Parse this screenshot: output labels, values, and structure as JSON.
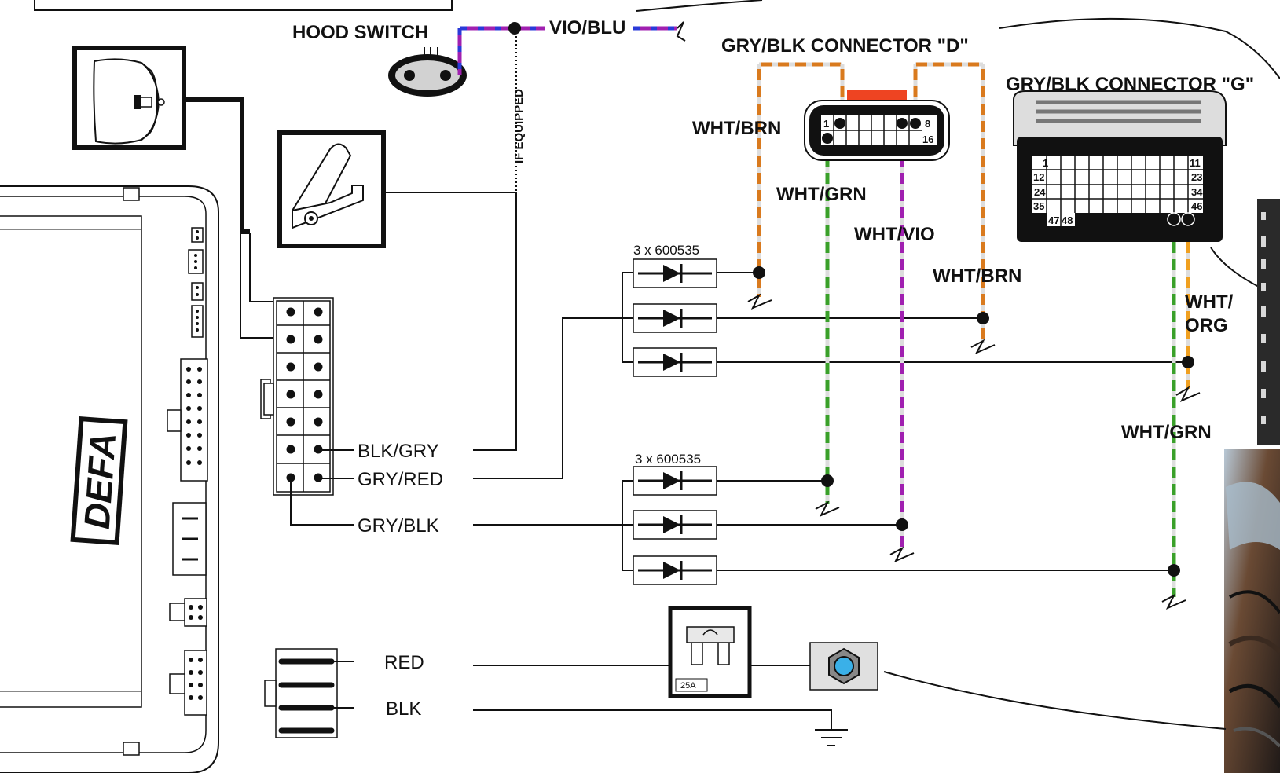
{
  "labels": {
    "hood_switch": "HOOD SWITCH",
    "vio_blu": "VIO/BLU",
    "if_equipped": "IF EQUIPPED",
    "connector_d": "GRY/BLK CONNECTOR \"D\"",
    "connector_g": "GRY/BLK CONNECTOR \"G\"",
    "wht_brn_left": "WHT/BRN",
    "wht_grn_top": "WHT/GRN",
    "wht_vio": "WHT/VIO",
    "wht_brn_right": "WHT/BRN",
    "wht_org_1": "WHT/",
    "wht_org_2": "ORG",
    "wht_grn_right": "WHT/GRN",
    "diode_group_top": "3 x 600535",
    "diode_group_bottom": "3 x 600535",
    "blk_gry": "BLK/GRY",
    "gry_red": "GRY/RED",
    "gry_blk": "GRY/BLK",
    "red": "RED",
    "blk": "BLK",
    "fuse_rating": "25A",
    "brand": "DEFA"
  },
  "connector_d_pins": {
    "p1": "1",
    "p8": "8",
    "p16": "16"
  },
  "connector_g_pins": {
    "p1": "1",
    "p11": "11",
    "p12": "12",
    "p23": "23",
    "p24": "24",
    "p34": "34",
    "p35": "35",
    "p46": "46",
    "p47": "47",
    "p48": "48"
  },
  "colors": {
    "orange": "#d97a1e",
    "green": "#3aa02a",
    "violet": "#a020b0",
    "blue": "#2a3ad8",
    "yellow_orange": "#f0a020",
    "connector_fill": "#000000",
    "latch_red": "#ee4422"
  }
}
